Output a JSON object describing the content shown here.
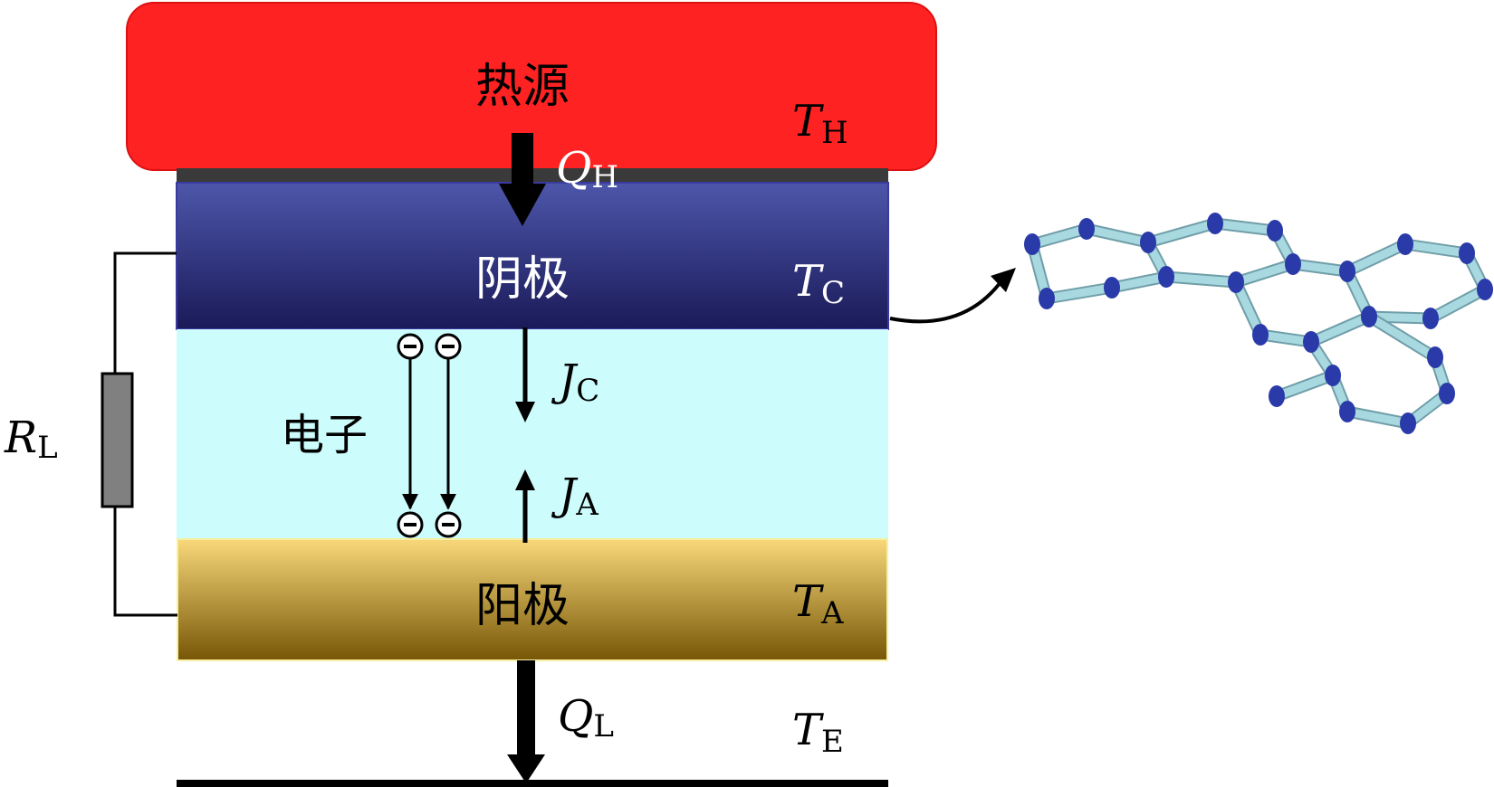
{
  "blocks": {
    "heat_source": {
      "label": "热源",
      "temp_symbol": "T",
      "temp_sub": "H",
      "color": "#ff2222"
    },
    "cathode": {
      "label": "阴极",
      "temp_symbol": "T",
      "temp_sub": "C",
      "color_top": "#4a54a8",
      "color_bottom": "#1a1a55"
    },
    "gap": {
      "label": "电子",
      "color": "#ccfcfc"
    },
    "anode": {
      "label": "阳极",
      "temp_symbol": "T",
      "temp_sub": "A",
      "color_top": "#f8d878",
      "color_bottom": "#7a5a08"
    },
    "environment": {
      "temp_symbol": "T",
      "temp_sub": "E"
    }
  },
  "flows": {
    "q_h": {
      "symbol": "Q",
      "sub": "H"
    },
    "j_c": {
      "symbol": "J",
      "sub": "C"
    },
    "j_a": {
      "symbol": "J",
      "sub": "A"
    },
    "q_l": {
      "symbol": "Q",
      "sub": "L"
    }
  },
  "load": {
    "symbol": "R",
    "sub": "L",
    "color": "#808080"
  },
  "electrons": {
    "count": 2,
    "sign": "−"
  },
  "molecule": {
    "bond_color": "#a8d8e0",
    "atom_color": "#2a3aa8"
  }
}
